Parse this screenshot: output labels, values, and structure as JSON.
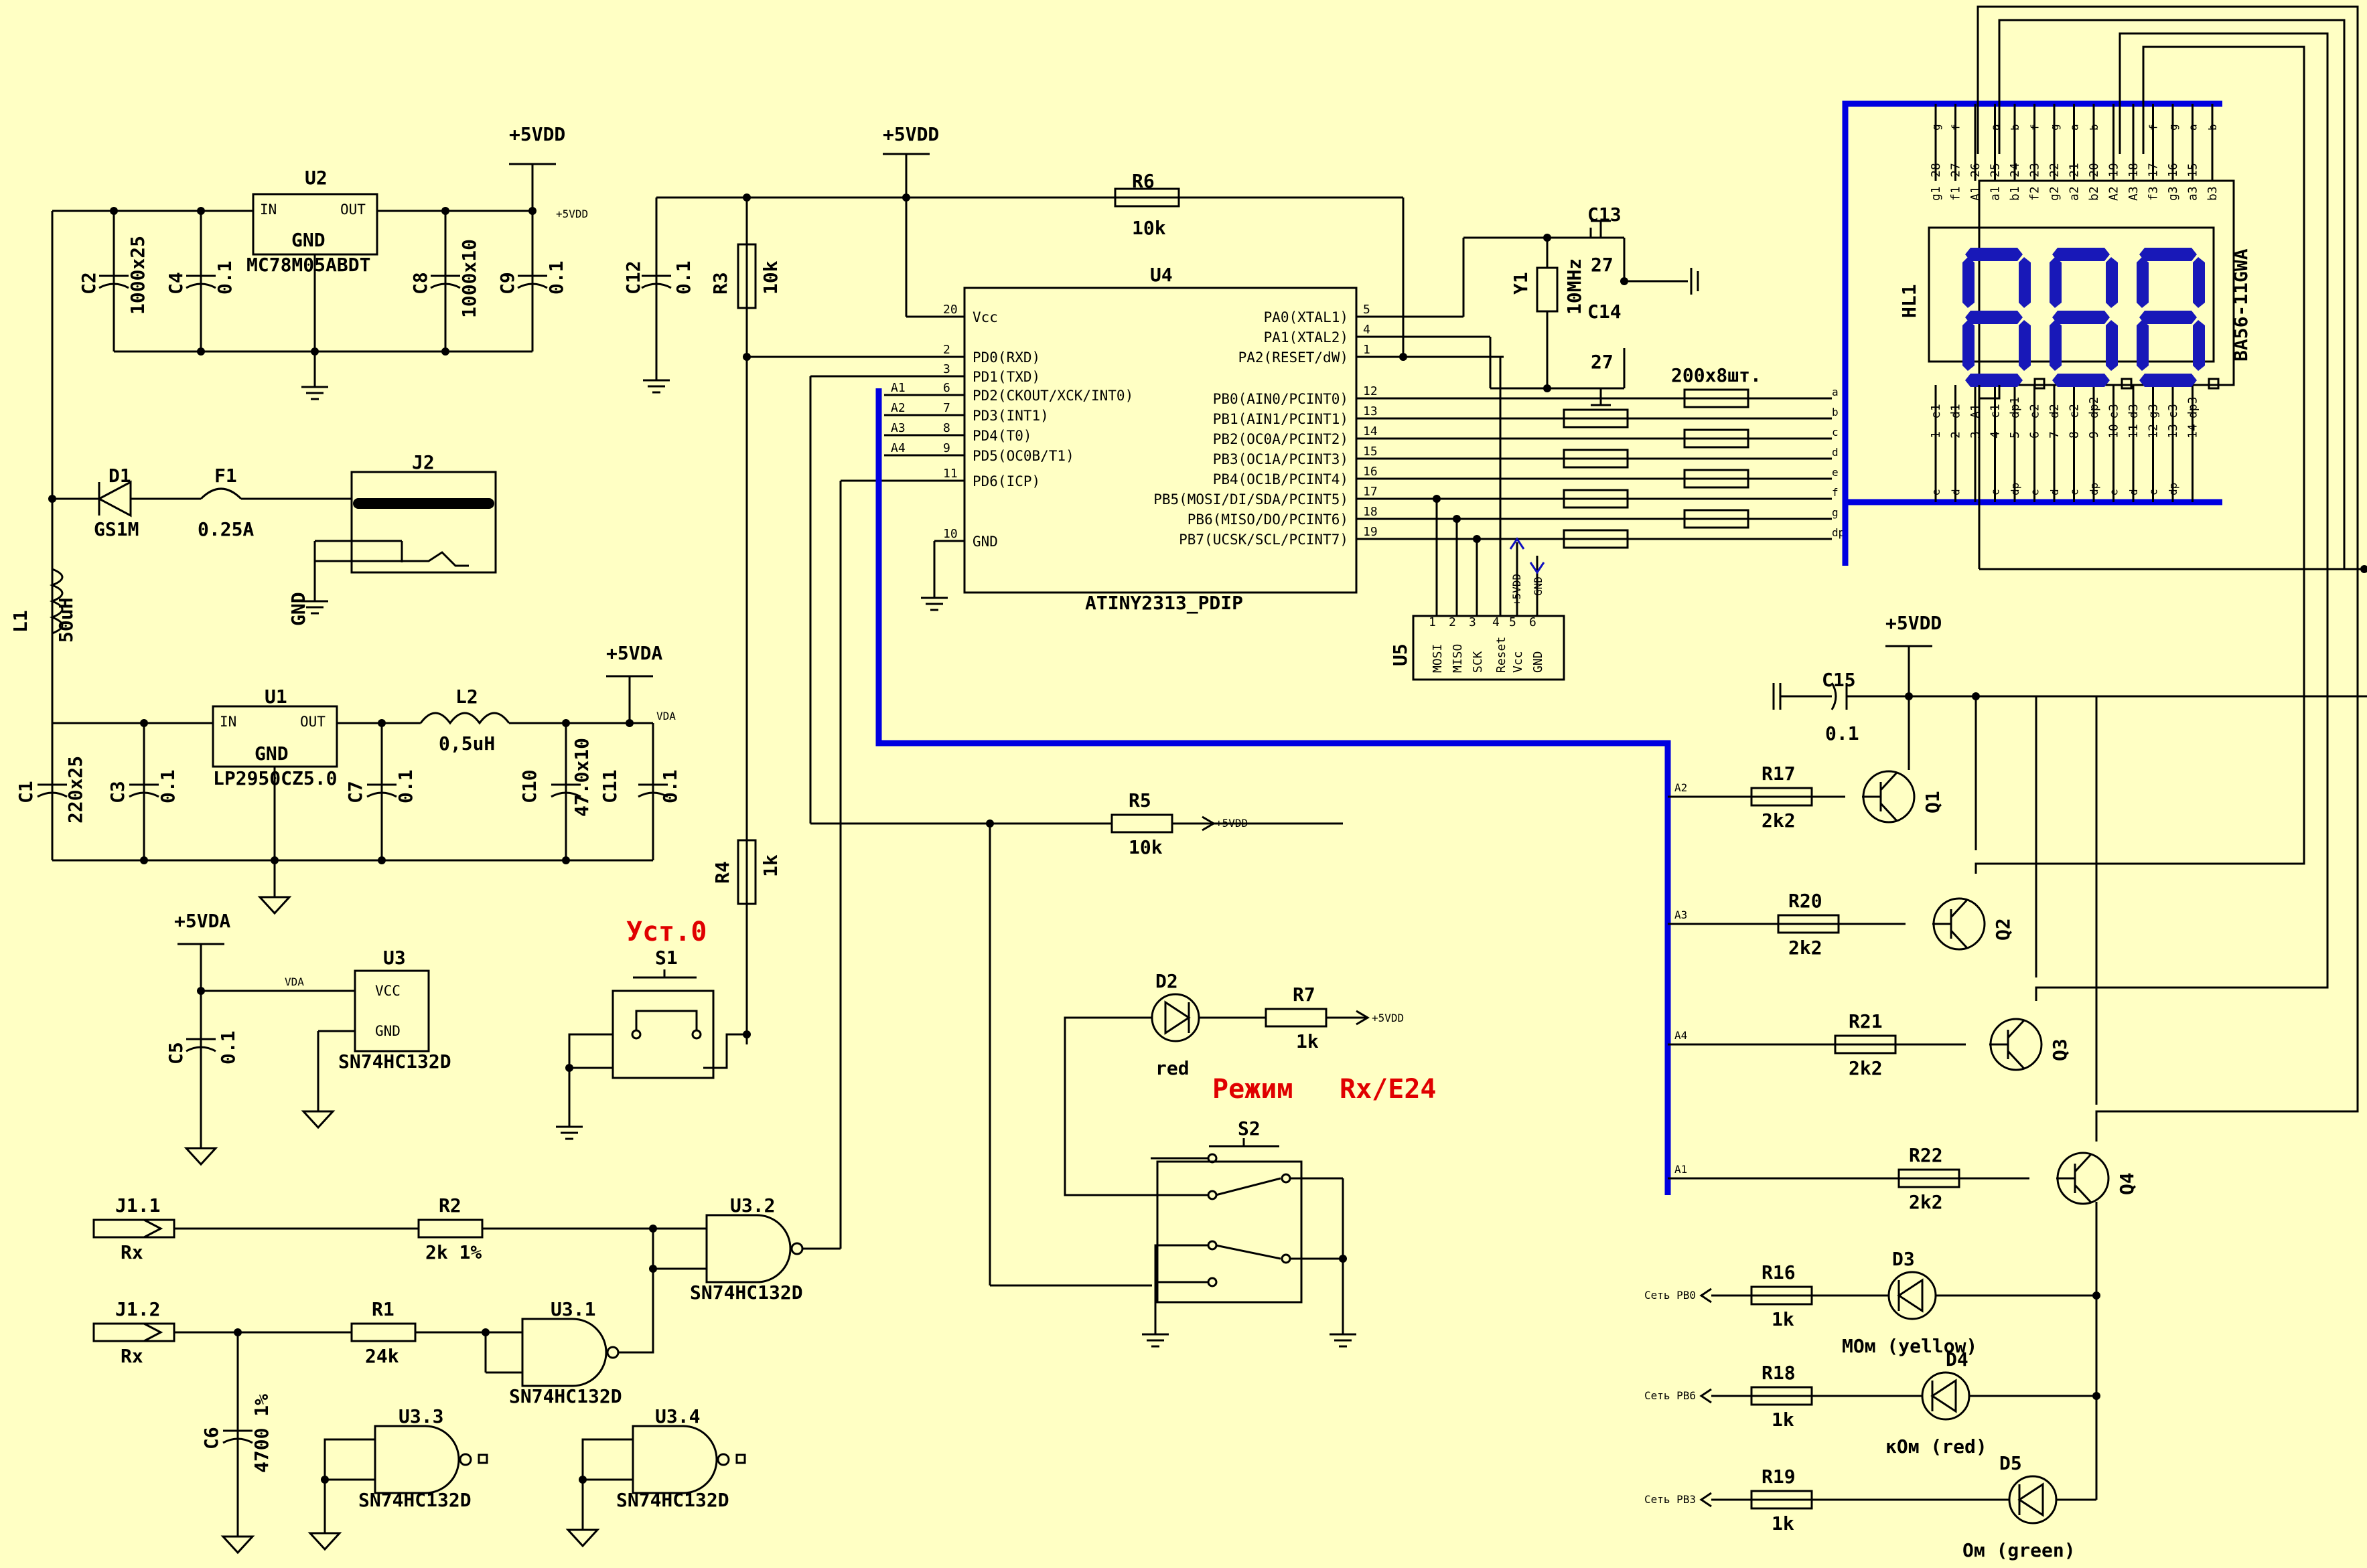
{
  "colors": {
    "background": "#ffffc4",
    "wire": "#000000",
    "bus": "#0000e0",
    "net": "#1010c0",
    "note": "#e00000",
    "display": "#1818b8"
  },
  "power": {
    "p5vdd": "+5VDD",
    "p5vda": "+5VDA",
    "gnd": "GND",
    "vda": "VDA"
  },
  "u2": {
    "ref": "U2",
    "part": "MC78M05ABDT",
    "in": "IN",
    "out": "OUT",
    "gnd": "GND"
  },
  "u1": {
    "ref": "U1",
    "part": "LP2950CZ5.0",
    "in": "IN",
    "out": "OUT",
    "gnd": "GND"
  },
  "u3": {
    "ref": "U3",
    "part": "SN74HC132D",
    "vcc": "VCC",
    "gnd": "GND"
  },
  "u4": {
    "ref": "U4",
    "part": "ATINY2313_PDIP",
    "left_pins": [
      {
        "num": "20",
        "name": "Vcc"
      },
      {
        "num": "2",
        "name": "PD0(RXD)"
      },
      {
        "num": "3",
        "name": "PD1(TXD)"
      },
      {
        "num": "6",
        "name": "PD2(CKOUT/XCK/INT0)"
      },
      {
        "num": "7",
        "name": "PD3(INT1)"
      },
      {
        "num": "8",
        "name": "PD4(T0)"
      },
      {
        "num": "9",
        "name": "PD5(OC0B/T1)"
      },
      {
        "num": "11",
        "name": "PD6(ICP)"
      },
      {
        "num": "10",
        "name": "GND"
      }
    ],
    "right_pins": [
      {
        "num": "5",
        "name": "PA0(XTAL1)"
      },
      {
        "num": "4",
        "name": "PA1(XTAL2)"
      },
      {
        "num": "1",
        "name": "PA2(RESET/dW)"
      },
      {
        "num": "12",
        "name": "PB0(AIN0/PCINT0)"
      },
      {
        "num": "13",
        "name": "PB1(AIN1/PCINT1)"
      },
      {
        "num": "14",
        "name": "PB2(OC0A/PCINT2)"
      },
      {
        "num": "15",
        "name": "PB3(OC1A/PCINT3)"
      },
      {
        "num": "16",
        "name": "PB4(OC1B/PCINT4)"
      },
      {
        "num": "17",
        "name": "PB5(MOSI/DI/SDA/PCINT5)"
      },
      {
        "num": "18",
        "name": "PB6(MISO/DO/PCINT6)"
      },
      {
        "num": "19",
        "name": "PB7(UCSK/SCL/PCINT7)"
      }
    ],
    "bus_labels": [
      "A1",
      "A2",
      "A3",
      "A4"
    ]
  },
  "u5": {
    "ref": "U5",
    "pins": [
      "MOSI",
      "MISO",
      "SCK",
      "Reset",
      "Vcc",
      "GND"
    ],
    "nums": [
      "1",
      "2",
      "3",
      "4",
      "5",
      "6"
    ]
  },
  "hl1": {
    "ref": "HL1",
    "part": "BA56-11GWA",
    "top_pins": [
      "g1",
      "f1",
      "A1",
      "a1",
      "b1",
      "f2",
      "g2",
      "a2",
      "b2",
      "A2",
      "A3",
      "f3",
      "g3",
      "a3",
      "b3"
    ],
    "top_nums": [
      "28",
      "27",
      "26",
      "25",
      "24",
      "23",
      "22",
      "21",
      "20",
      "19",
      "18",
      "17",
      "16",
      "15"
    ],
    "bot_pins": [
      "e1",
      "d1",
      "A1",
      "c1",
      "dp1",
      "e2",
      "d2",
      "c2",
      "dp2",
      "e3",
      "d3",
      "g3",
      "c3",
      "dp3"
    ],
    "bot_nums": [
      "1",
      "2",
      "3",
      "4",
      "5",
      "6",
      "7",
      "8",
      "9",
      "10",
      "11",
      "12",
      "13",
      "14"
    ],
    "segs": [
      "a",
      "b",
      "c",
      "d",
      "e",
      "f",
      "g",
      "dp"
    ],
    "top_net": [
      "g",
      "f",
      "",
      "a",
      "b",
      "f",
      "g",
      "a",
      "b",
      "",
      "",
      "f",
      "g",
      "a",
      "b"
    ],
    "bot_net": [
      "e",
      "d",
      "",
      "c",
      "dp",
      "e",
      "d",
      "c",
      "dp",
      "e",
      "d",
      "c",
      "dp"
    ]
  },
  "parts": {
    "c2": "C2",
    "c2v": "1000x25",
    "c4": "C4",
    "c4v": "0.1",
    "c8": "C8",
    "c8v": "1000x10",
    "c9": "C9",
    "c9v": "0.1",
    "c12": "C12",
    "c12v": "0.1",
    "r3": "R3",
    "r3v": "10k",
    "r6": "R6",
    "r6v": "10k",
    "c13": "C13",
    "c13v": "27",
    "c14": "C14",
    "c14v": "27",
    "y1": "Y1",
    "y1v": "10MHz",
    "d1": "D1",
    "d1v": "GS1M",
    "f1": "F1",
    "f1v": "0.25A",
    "j2": "J2",
    "l1": "L1",
    "l1v": "50uH",
    "c1": "C1",
    "c1v": "220x25",
    "c3": "C3",
    "c3v": "0.1",
    "c7": "C7",
    "c7v": "0.1",
    "l2": "L2",
    "l2v": "0,5uH",
    "c10": "C10",
    "c10v": "47.0x10",
    "c11": "C11",
    "c11v": "0.1",
    "c5": "C5",
    "c5v": "0.1",
    "r4": "R4",
    "r4v": "1k",
    "s1": "S1",
    "s1note": "Уст.0",
    "r5": "R5",
    "r5v": "10k",
    "d2": "D2",
    "d2v": "red",
    "r7": "R7",
    "r7v": "1k",
    "s2": "S2",
    "s2note1": "Режим",
    "s2note2": "Rx/E24",
    "j11": "J1.1",
    "j11v": "Rx",
    "r2": "R2",
    "r2v": "2k 1%",
    "u32": "U3.2",
    "j12": "J1.2",
    "j12v": "Rx",
    "r1": "R1",
    "r1v": "24k",
    "u31": "U3.1",
    "c6": "C6",
    "c6v": "4700 1%",
    "u33": "U3.3",
    "u34": "U3.4",
    "gate": "SN74HC132D",
    "rarr": "200x8шт.",
    "c15": "C15",
    "c15v": "0.1",
    "r17": "R17",
    "r17v": "2k2",
    "q1": "Q1",
    "r20": "R20",
    "r20v": "2k2",
    "q2": "Q2",
    "r21": "R21",
    "r21v": "2k2",
    "q3": "Q3",
    "r22": "R22",
    "r22v": "2k2",
    "q4": "Q4",
    "r16": "R16",
    "r16v": "1k",
    "d3": "D3",
    "d3v": "МОм (yellow)",
    "net_pb0": "Сеть PB0",
    "r18": "R18",
    "r18v": "1k",
    "d4": "D4",
    "d4v": "кОм (red)",
    "net_pb6": "Сеть PB6",
    "r19": "R19",
    "r19v": "1k",
    "d5": "D5",
    "d5v": "Ом (green)",
    "net_pb3": "Сеть PB3"
  }
}
